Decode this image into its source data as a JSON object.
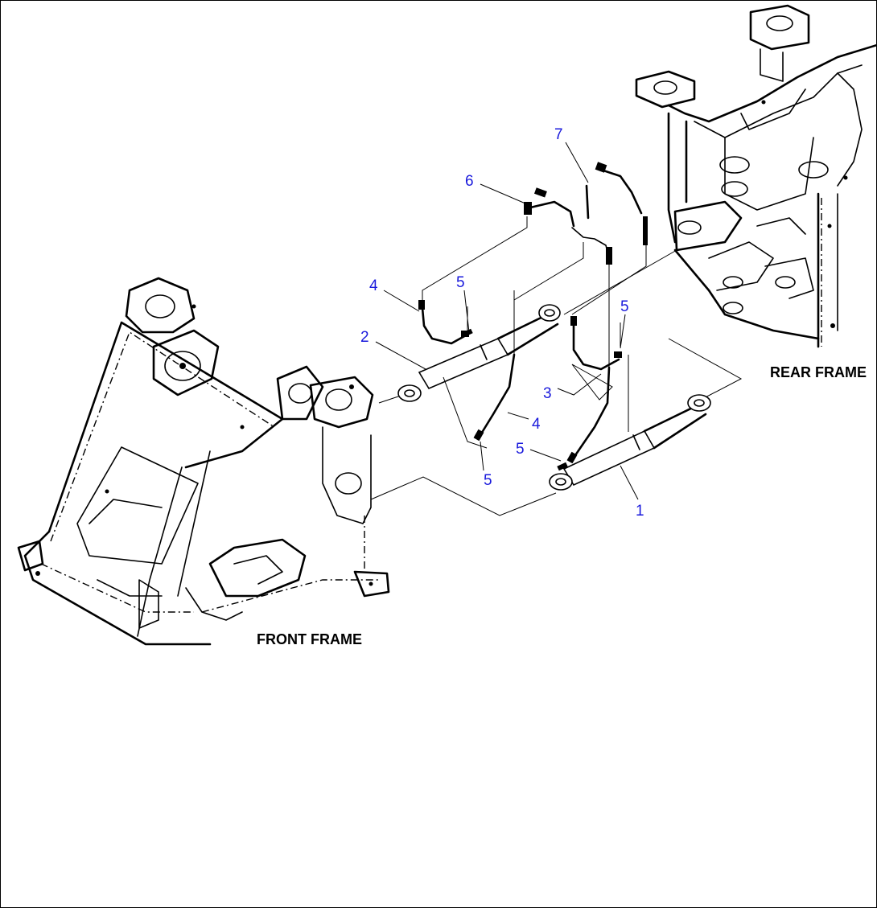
{
  "labels": {
    "front_frame": "FRONT FRAME",
    "rear_frame": "REAR FRAME"
  },
  "callouts": [
    "1",
    "2",
    "3",
    "4",
    "4",
    "5",
    "5",
    "5",
    "5",
    "6",
    "7"
  ],
  "colors": {
    "callout": "#1a1adc",
    "line": "#000000",
    "background": "#ffffff"
  }
}
